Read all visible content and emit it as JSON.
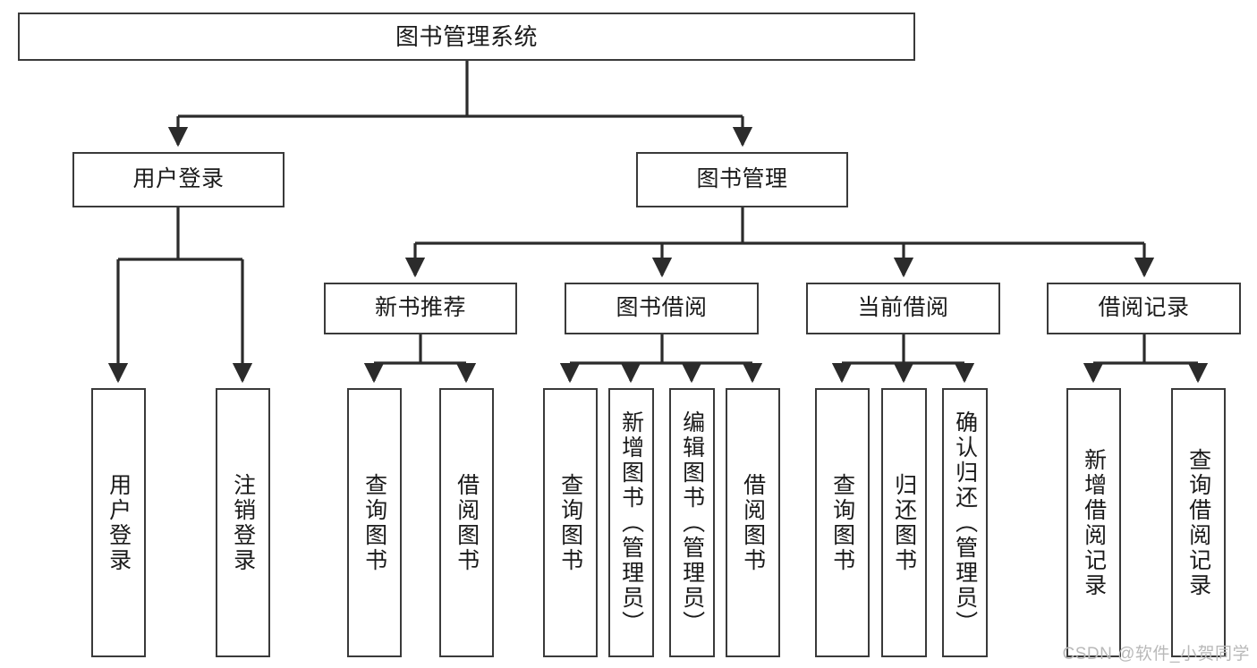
{
  "diagram": {
    "title": "图书管理系统",
    "type": "tree-hierarchy",
    "watermark": "CSDN @软件_小贺同学",
    "colors": {
      "box_border": "#3a3a3a",
      "box_fill": "#ffffff",
      "edge": "#2b2b2b",
      "text": "#1a1a1a",
      "watermark": "#b9b9b9"
    },
    "nodes": {
      "root": {
        "label": "图书管理系统"
      },
      "level2": [
        {
          "label": "用户登录"
        },
        {
          "label": "图书管理"
        }
      ],
      "level3": [
        {
          "label": "新书推荐"
        },
        {
          "label": "图书借阅"
        },
        {
          "label": "当前借阅"
        },
        {
          "label": "借阅记录"
        }
      ],
      "leaves": {
        "user_login": [
          {
            "label": "用户登录"
          },
          {
            "label": "注销登录"
          }
        ],
        "new_book_recommend": [
          {
            "label": "查询图书"
          },
          {
            "label": "借阅图书"
          }
        ],
        "book_borrow": [
          {
            "label": "查询图书"
          },
          {
            "label": "新增图书（管理员）"
          },
          {
            "label": "编辑图书（管理员）"
          },
          {
            "label": "借阅图书"
          }
        ],
        "current_borrow": [
          {
            "label": "查询图书"
          },
          {
            "label": "归还图书"
          },
          {
            "label": "确认归还（管理员）"
          }
        ],
        "borrow_record": [
          {
            "label": "新增借阅记录"
          },
          {
            "label": "查询借阅记录"
          }
        ]
      }
    }
  }
}
